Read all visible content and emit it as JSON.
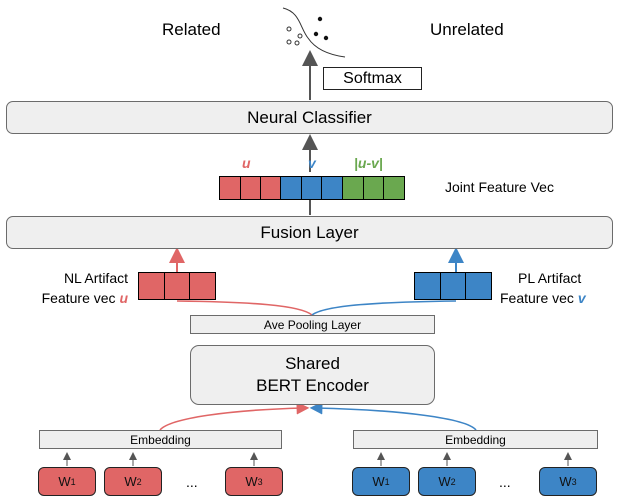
{
  "top": {
    "related": "Related",
    "unrelated": "Unrelated",
    "softmax": "Softmax"
  },
  "classifier": {
    "label": "Neural Classifier"
  },
  "joint": {
    "label": "Joint Feature Vec",
    "u_label": "u",
    "v_label": "v",
    "diff_label": "|u-v|"
  },
  "fusion": {
    "label": "Fusion Layer"
  },
  "nl": {
    "line1": "NL Artifact",
    "line2": "Feature vec",
    "var": "u"
  },
  "pl": {
    "line1": "PL Artifact",
    "line2": "Feature vec",
    "var": "v"
  },
  "pooling": {
    "label": "Ave Pooling Layer"
  },
  "encoder": {
    "line1": "Shared",
    "line2": "BERT Encoder"
  },
  "embedding_left": {
    "label": "Embedding"
  },
  "embedding_right": {
    "label": "Embedding"
  },
  "tokens_left": [
    {
      "base": "W",
      "sub": "1"
    },
    {
      "base": "W",
      "sub": "2"
    },
    {
      "base": "W",
      "sub": "3"
    }
  ],
  "tokens_right": [
    {
      "base": "W",
      "sub": "1"
    },
    {
      "base": "W",
      "sub": "2"
    },
    {
      "base": "W",
      "sub": "3"
    }
  ],
  "ellipsis": "...",
  "colors": {
    "red": "#e06666",
    "blue": "#3d85c6",
    "green": "#6aa84f",
    "box_fill": "#efefef"
  }
}
